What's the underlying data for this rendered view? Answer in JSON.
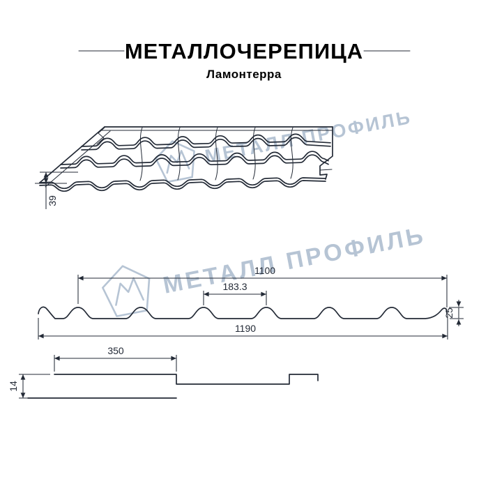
{
  "colors": {
    "background": "#ffffff",
    "line": "#232a36",
    "watermark": "#b6c4d4"
  },
  "header": {
    "title": "МЕТАЛЛОЧЕРЕПИЦА",
    "subtitle": "Ламонтерра"
  },
  "watermark": {
    "text": "МЕТАЛЛ ПРОФИЛЬ"
  },
  "dims": {
    "tile_step": "39",
    "cover_width": "1100",
    "wave_pitch": "183.3",
    "profile_height": "25",
    "overall_width": "1190",
    "module_length": "350",
    "longitudinal_step": "14"
  }
}
